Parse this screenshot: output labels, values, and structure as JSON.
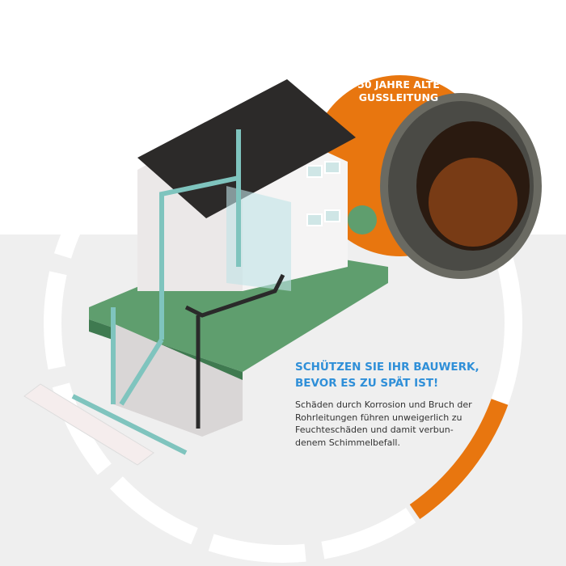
{
  "callout": {
    "line1": "50 JAHRE ALTE",
    "line2": "GUSSLEITUNG"
  },
  "headline": {
    "line1": "SCHÜTZEN SIE IHR BAUWERK,",
    "line2": "BEVOR ES ZU SPÄT IST!"
  },
  "body": {
    "line1": "Schäden durch Korrosion und Bruch der",
    "line2": "Rohrleitungen führen unweigerlich zu",
    "line3": "Feuchteschäden und damit verbun-",
    "line4": "denem Schimmelbefall."
  },
  "colors": {
    "orange": "#e8760f",
    "blue": "#2f8fd8",
    "green": "#5f9e6e",
    "pipe": "#7fc4be",
    "roof": "#2c2a29",
    "bg": "#efefef"
  }
}
